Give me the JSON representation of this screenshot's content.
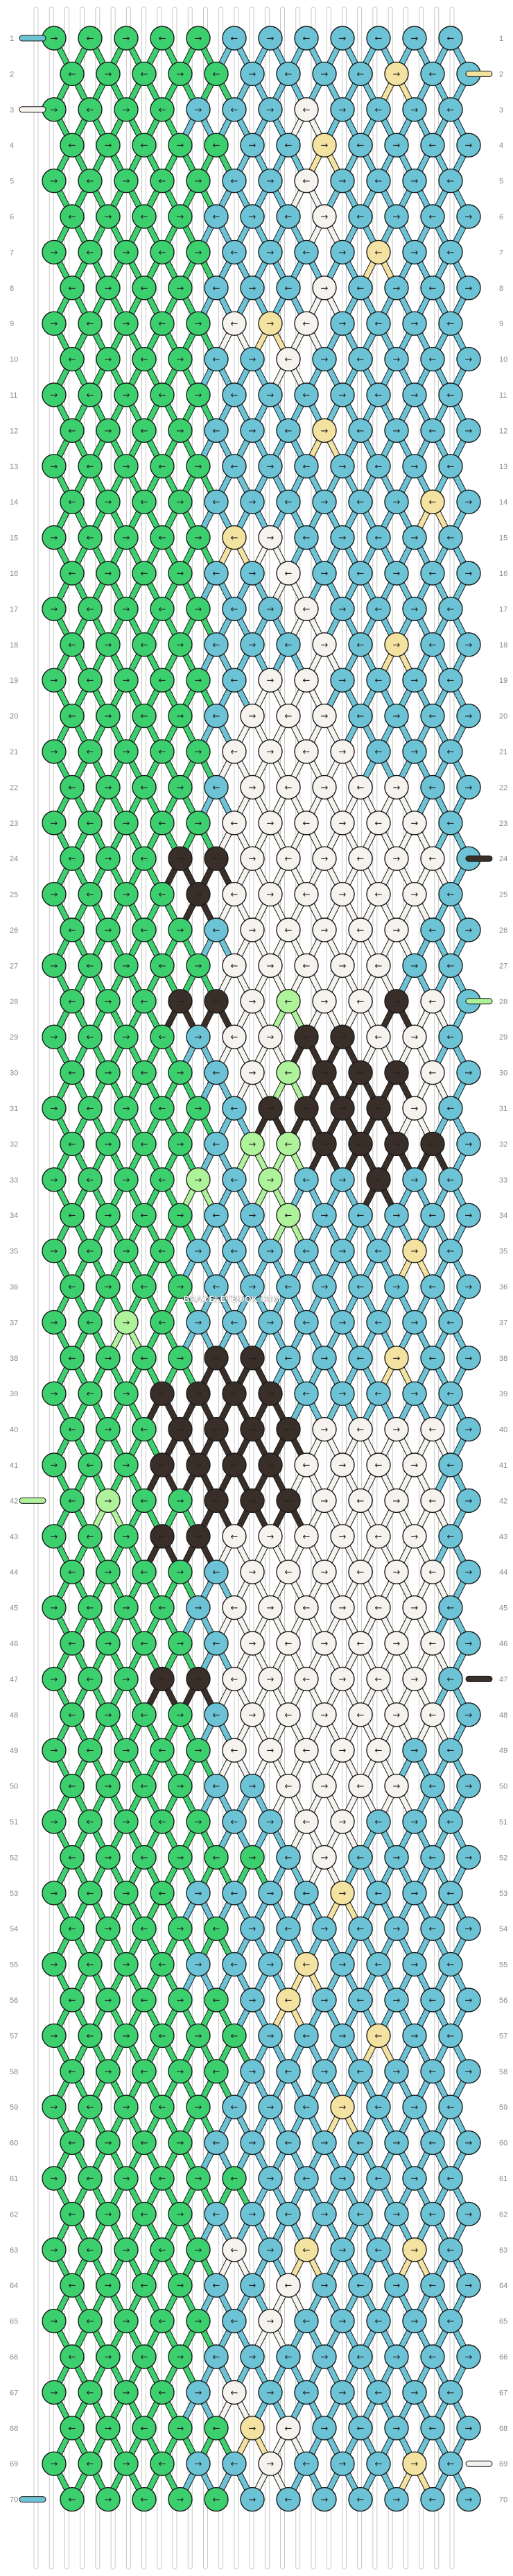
{
  "watermark": "BRACELETBOOK.COM",
  "colors": {
    "green": "#3ccf6e",
    "blue": "#6cc3d5",
    "cream": "#f3e2a0",
    "white": "#f6f3ee",
    "dark": "#3a2f28",
    "lightgreen": "#aef29a",
    "string": "#eeeeee",
    "stroke": "#1a1a1a"
  },
  "strings_top": [
    "green",
    "green",
    "white",
    "green",
    "green",
    "green",
    "green",
    "green",
    "green",
    "blue",
    "green",
    "blue",
    "blue",
    "blue",
    "blue",
    "blue",
    "blue",
    "blue",
    "blue",
    "blue",
    "blue",
    "blue",
    "blue",
    "cream",
    "blue",
    "blue",
    "blue",
    "blue"
  ],
  "row_labels": [
    "1",
    "2",
    "3",
    "4",
    "5",
    "6",
    "7",
    "8",
    "9",
    "10",
    "11",
    "12",
    "13",
    "14",
    "15",
    "16",
    "17",
    "18",
    "19",
    "20",
    "21",
    "22",
    "23",
    "24",
    "25",
    "26",
    "27",
    "28",
    "29",
    "30",
    "31",
    "32",
    "33",
    "34",
    "35",
    "36",
    "37",
    "38",
    "39",
    "40",
    "41",
    "42",
    "43",
    "44",
    "45",
    "46",
    "47",
    "48",
    "49",
    "50",
    "51",
    "52",
    "53",
    "54",
    "55",
    "56",
    "57",
    "58",
    "59",
    "60",
    "61",
    "62",
    "63",
    "64",
    "65",
    "66",
    "67",
    "68",
    "69",
    "70"
  ],
  "left_strands": {
    "1": "blue",
    "3": "white",
    "42": "lightgreen",
    "70": "blue"
  },
  "right_strands": {
    "2": "cream",
    "24": "dark",
    "28": "lightgreen",
    "47": "dark",
    "69": "white"
  },
  "rows": [
    "GGGGGBBBBBBB",
    "GGGGGBBBBCBB",
    "GGGGBBBWBBBB",
    "GGGGGBBCBBBB",
    "GGGGGBBWBBBB",
    "GGGGBBBWBBBB",
    "GGGGGBBBBCBB",
    "GGGGBBBWBBBB",
    "GGGGGWCWBBBB",
    "GGGGBBWBBBBB",
    "GGGGGBBBBBBB",
    "GGGGBBBCBBBB",
    "GGGGGBBBBBBB",
    "GGGGBBBBBBCB",
    "GGGGGCWBBBBB",
    "GGGGBBWBBBBB",
    "GGGGGBBWBBBB",
    "GGGGBBBWBCBB",
    "GGGGGBWWBBBB",
    "GGGGBWWWBBBB",
    "GGGGGWWWWBBB",
    "GGGGBWWWWWBB",
    "GGGGGWWWWWWB",
    "GGGDDWWWWWWB",
    "GGGGDWWWWWWB",
    "GGGGBWWWWWBB",
    "GGGGGWWWWWBB",
    "GGGDDWLWWDWB",
    "GGGGBWWDDWWB",
    "GGGGBWLDDDWB",
    "GGGGGBDDDDWB",
    "GGGGBLLDDDDB",
    "GGGGLBLBBDBB",
    "GGGGBBLBBBBB",
    "GGGGBBBBBBCB",
    "GGGGBBBBBBBB",
    "GGLGBBBBBBBB",
    "GGGGDDBBBCBB",
    "GGGDDDDBBBBB",
    "GGGDDDDWWWWB",
    "GGGDDDDWWWWB",
    "GLGGDDDWWWWB",
    "GGGDDWWWWWWB",
    "GGGGBWWWWWWB",
    "GGGGBWWWWWWB",
    "GGGGBWWWWWWB",
    "GGGDDWWWWWWB",
    "GGGGBWWWWWWB",
    "GGGGGWWWWWBB",
    "GGGGBBWWWWBB",
    "GGGGGBBWWBBB",
    "GGGGGGBWBBBB",
    "GGGGBBBBCBBB",
    "GGGGGBBBBBBB",
    "GGGGBBBCBBBB",
    "GGGGGBCBBBBB",
    "GGGGGGBBBCBB",
    "GGGGGBBBBBBB",
    "GGGGGBBBCBBB",
    "GGGGBBBBBBBB",
    "GGGGGGBBBBBB",
    "GGGGBBBBBBBB",
    "GGGGGWBCBBCB",
    "GGGGBBWBBBBB",
    "GGGGGBWBBBBB",
    "GGGGBBBBBBBB",
    "GGGGBWBBBBBB",
    "GGGGGCWBBBBB",
    "GGGGBBWBBBCB",
    "GGGGGBBBBBBB"
  ]
}
